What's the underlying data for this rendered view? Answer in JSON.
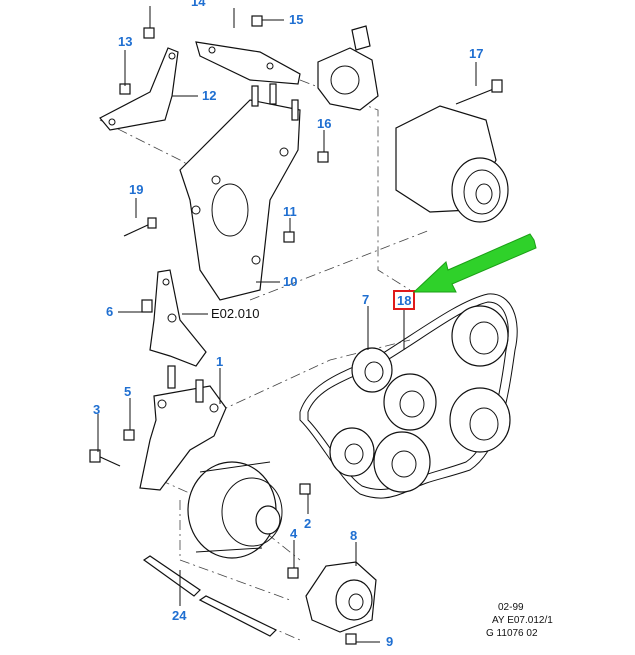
{
  "callouts": {
    "c1": "1",
    "c2": "2",
    "c3": "3",
    "c4": "4",
    "c5": "5",
    "c6": "6",
    "c7": "7",
    "c8": "8",
    "c9": "9",
    "c10": "10",
    "c11": "11",
    "c12": "12",
    "c13": "13",
    "c14": "14",
    "c15": "15",
    "c16": "16",
    "c17": "17",
    "c18": "18",
    "c19": "19",
    "c24": "24"
  },
  "reference": "E02.010",
  "footer": {
    "date": "02-99",
    "ref1": "AY E07.012/1",
    "ref2": "G 11076 02"
  },
  "colors": {
    "callout": "#1f6fd1",
    "highlight": "#e01b1b",
    "arrow": "#2fd12a"
  },
  "highlighted_callout": "18"
}
